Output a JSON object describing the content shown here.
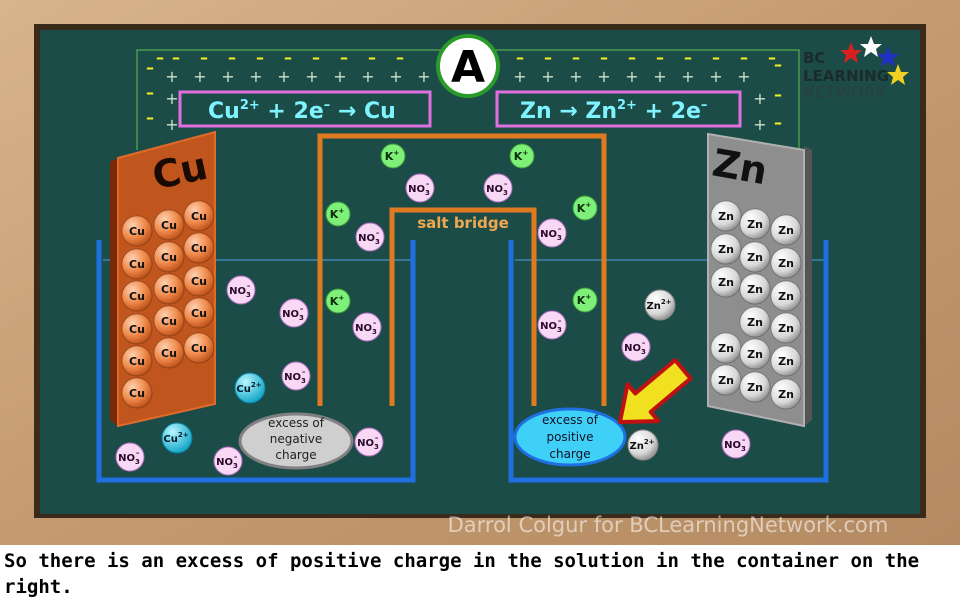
{
  "ammeter_label": "A",
  "logo": {
    "line1": "BC",
    "line2": "LEARNING",
    "line3": "NETWORK"
  },
  "equations": {
    "left": {
      "a": "Cu",
      "b": "2+",
      "c": " + 2e",
      "d": "–",
      "e": " → Cu"
    },
    "right": {
      "a": "Zn → Zn",
      "b": "2+",
      "c": " + 2e",
      "d": "–"
    }
  },
  "wire_charges": {
    "negative": "–",
    "positive": "+"
  },
  "electrodes": {
    "left": "Cu",
    "right": "Zn"
  },
  "electrode_atoms": {
    "cu": "Cu",
    "zn": "Zn"
  },
  "salt_bridge_label": "salt bridge",
  "ions": {
    "k": {
      "base": "K",
      "sup": "+"
    },
    "no3": {
      "base": "NO",
      "sub": "3",
      "sup": "–"
    },
    "cu2": {
      "base": "Cu",
      "sup": "2+"
    },
    "zn2": {
      "base": "Zn",
      "sup": "2+"
    }
  },
  "left_cell_label": [
    "excess of",
    "negative",
    "charge"
  ],
  "right_cell_label": [
    "excess of",
    "positive",
    "charge"
  ],
  "watermark": "Darrol Colgur for BCLearningNetwork.com",
  "caption": "So there is an excess of positive charge in the solution in the container on the right.",
  "colors": {
    "board": "#1c4c48",
    "wood": "#c8a27c",
    "cu_electrode": "#c0561e",
    "zn_electrode": "#8e8e8e",
    "beaker": "#1e6fe0",
    "salt_bridge": "#e07a20",
    "label_box": "#e070e0",
    "equation_text": "#7ff4ff",
    "k_ion": "#7ef07a",
    "no3_ion": "#f8d8f4",
    "arrow": "#f0e020"
  }
}
